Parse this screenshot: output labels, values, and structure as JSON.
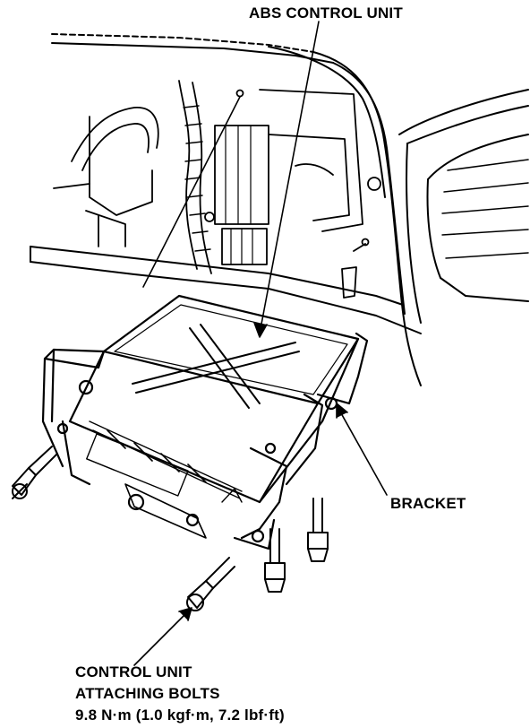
{
  "labels": {
    "abs_control_unit": "ABS CONTROL UNIT",
    "bracket": "BRACKET",
    "bolts_line1": "CONTROL UNIT",
    "bolts_line2": "ATTACHING BOLTS",
    "torque": "9.8 N·m (1.0 kgf·m, 7.2 lbf·ft)"
  },
  "colors": {
    "ink": "#000000",
    "paper": "#ffffff"
  }
}
